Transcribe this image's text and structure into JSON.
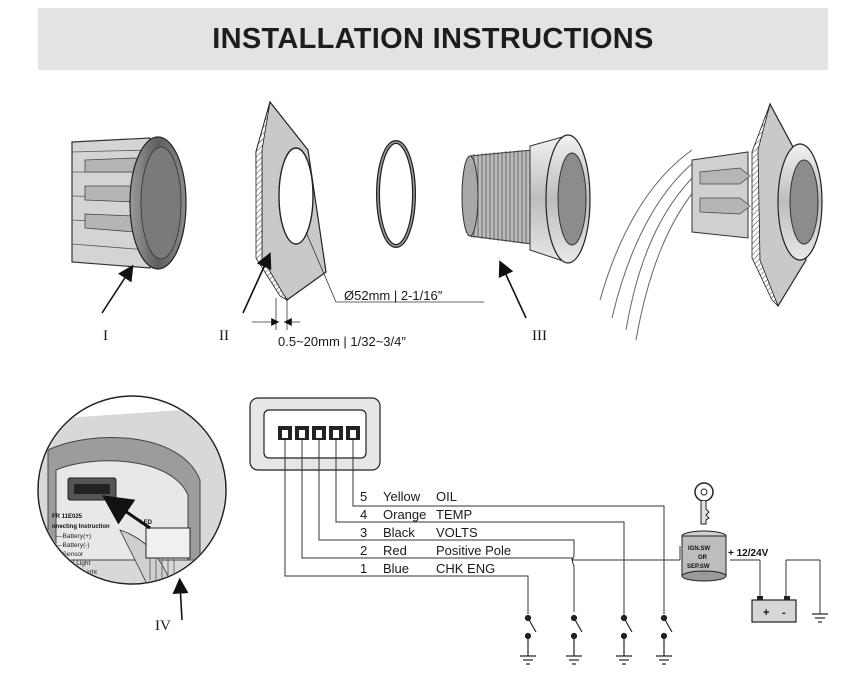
{
  "title": "INSTALLATION INSTRUCTIONS",
  "parts": {
    "part1": "I",
    "part2": "II",
    "part3": "III",
    "part4": "IV"
  },
  "dimensions": {
    "diameter": "Ø52mm | 2-1/16″",
    "thickness": "0.5~20mm | 1/32~3/4″"
  },
  "wires": [
    {
      "pin": "5",
      "color": "Yellow",
      "function": "OIL"
    },
    {
      "pin": "4",
      "color": "Orange",
      "function": "TEMP"
    },
    {
      "pin": "3",
      "color": "Black",
      "function": "VOLTS"
    },
    {
      "pin": "2",
      "color": "Red",
      "function": "Positive Pole"
    },
    {
      "pin": "1",
      "color": "Blue",
      "function": "CHK ENG"
    }
  ],
  "ignition": {
    "line1": "IGN.SW",
    "line2": "OR",
    "line3": "SEP.SW"
  },
  "supply": "+ 12/24V",
  "battery": {
    "plus": "+",
    "minus": "-"
  },
  "inset_label": {
    "line1": "FR 11E025",
    "line2": "nnecting Instruction",
    "line3": "—Battery(+)",
    "line4": "—Battery(-)",
    "line5": "—Sensor",
    "line6": "—Red Light",
    "line7": "—Yellow Light",
    "tag": "LED"
  }
}
